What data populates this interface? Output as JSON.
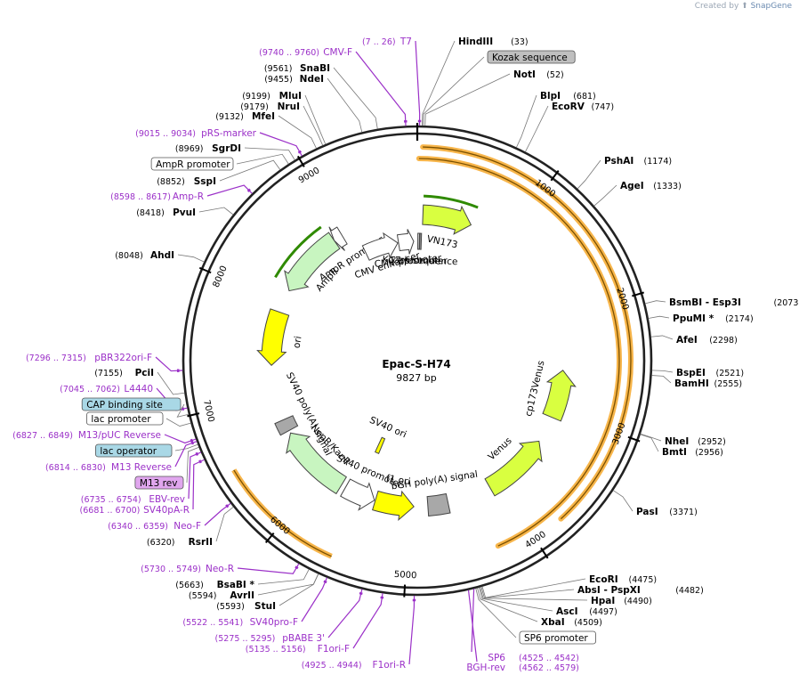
{
  "credit": {
    "prefix": "Created by",
    "brand": "SnapGene"
  },
  "plasmid": {
    "name": "Epac-S-H74",
    "size_label": "9827 bp",
    "length": 9827
  },
  "ticks": [
    {
      "pos": 1000,
      "label": "1000"
    },
    {
      "pos": 2000,
      "label": "2000"
    },
    {
      "pos": 3000,
      "label": "3000"
    },
    {
      "pos": 4000,
      "label": "4000"
    },
    {
      "pos": 5000,
      "label": "5000"
    },
    {
      "pos": 6000,
      "label": "6000"
    },
    {
      "pos": 7000,
      "label": "7000"
    },
    {
      "pos": 8000,
      "label": "8000"
    },
    {
      "pos": 9000,
      "label": "9000"
    }
  ],
  "right_labels": [
    {
      "kind": "enzyme",
      "name": "HindIII",
      "pos": "(33)"
    },
    {
      "kind": "boxed",
      "name": "Kozak sequence",
      "pos": ""
    },
    {
      "kind": "enzyme",
      "name": "NotI",
      "pos": "(52)"
    },
    {
      "kind": "enzyme",
      "name": "BlpI",
      "pos": "(681)"
    },
    {
      "kind": "enzyme",
      "name": "EcoRV",
      "pos": "(747)"
    },
    {
      "kind": "enzyme",
      "name": "PshAI",
      "pos": "(1174)"
    },
    {
      "kind": "enzyme",
      "name": "AgeI",
      "pos": "(1333)"
    },
    {
      "kind": "enzyme",
      "name": "BsmBI   - Esp3I",
      "pos": "(2073)"
    },
    {
      "kind": "enzyme",
      "name": "PpuMI *",
      "pos": "(2174)"
    },
    {
      "kind": "enzyme",
      "name": "AfeI",
      "pos": "(2298)"
    },
    {
      "kind": "enzyme",
      "name": "BspEI",
      "pos": "(2521)"
    },
    {
      "kind": "enzyme",
      "name": "BamHI",
      "pos": "(2555)"
    },
    {
      "kind": "enzyme",
      "name": "NheI",
      "pos": "(2952)"
    },
    {
      "kind": "enzyme",
      "name": "BmtI",
      "pos": "(2956)"
    },
    {
      "kind": "enzyme",
      "name": "PasI",
      "pos": "(3371)"
    },
    {
      "kind": "enzyme",
      "name": "EcoRI",
      "pos": "(4475)"
    },
    {
      "kind": "enzyme",
      "name": "AbsI   - PspXI",
      "pos": "(4482)"
    },
    {
      "kind": "enzyme",
      "name": "HpaI",
      "pos": "(4490)"
    },
    {
      "kind": "enzyme",
      "name": "AscI",
      "pos": "(4497)"
    },
    {
      "kind": "enzyme",
      "name": "XbaI",
      "pos": "(4509)"
    },
    {
      "kind": "boxed",
      "name": "SP6 promoter",
      "pos": ""
    }
  ],
  "left_labels": [
    {
      "kind": "primer",
      "name": "T7",
      "pos": "(7 .. 26)"
    },
    {
      "kind": "primer",
      "name": "CMV-F",
      "pos": "(9740 .. 9760)"
    },
    {
      "kind": "enzyme",
      "name": "SnaBI",
      "pos": "(9561)"
    },
    {
      "kind": "enzyme",
      "name": "NdeI",
      "pos": "(9455)"
    },
    {
      "kind": "enzyme",
      "name": "MluI",
      "pos": "(9199)"
    },
    {
      "kind": "enzyme",
      "name": "NruI",
      "pos": "(9179)"
    },
    {
      "kind": "enzyme",
      "name": "MfeI",
      "pos": "(9132)"
    },
    {
      "kind": "primer",
      "name": "pRS-marker",
      "pos": "(9015 .. 9034)"
    },
    {
      "kind": "enzyme",
      "name": "SgrDI",
      "pos": "(8969)"
    },
    {
      "kind": "boxed",
      "name": "AmpR promoter",
      "pos": ""
    },
    {
      "kind": "enzyme",
      "name": "SspI",
      "pos": "(8852)"
    },
    {
      "kind": "primer",
      "name": "Amp-R",
      "pos": "(8598 .. 8617)"
    },
    {
      "kind": "enzyme",
      "name": "PvuI",
      "pos": "(8418)"
    },
    {
      "kind": "enzyme",
      "name": "AhdI",
      "pos": "(8048)"
    },
    {
      "kind": "primer",
      "name": "pBR322ori-F",
      "pos": "(7296 .. 7315)"
    },
    {
      "kind": "enzyme",
      "name": "PciI",
      "pos": "(7155)"
    },
    {
      "kind": "primer",
      "name": "L4440",
      "pos": "(7045 .. 7062)"
    },
    {
      "kind": "boxed-blue",
      "name": "CAP binding site",
      "pos": ""
    },
    {
      "kind": "boxed",
      "name": "lac promoter",
      "pos": ""
    },
    {
      "kind": "primer",
      "name": "M13/pUC Reverse",
      "pos": "(6827 .. 6849)"
    },
    {
      "kind": "boxed-blue",
      "name": "lac operator",
      "pos": ""
    },
    {
      "kind": "primer",
      "name": "M13 Reverse",
      "pos": "(6814 .. 6830)"
    },
    {
      "kind": "boxed-purple",
      "name": "M13 rev",
      "pos": ""
    },
    {
      "kind": "primer",
      "name": "EBV-rev",
      "pos": "(6735 .. 6754)"
    },
    {
      "kind": "primer",
      "name": "SV40pA-R",
      "pos": "(6681 .. 6700)"
    },
    {
      "kind": "primer",
      "name": "Neo-F",
      "pos": "(6340 .. 6359)"
    },
    {
      "kind": "enzyme",
      "name": "RsrII",
      "pos": "(6320)"
    },
    {
      "kind": "primer",
      "name": "Neo-R",
      "pos": "(5730 .. 5749)"
    },
    {
      "kind": "enzyme",
      "name": "BsaBI *",
      "pos": "(5663)"
    },
    {
      "kind": "enzyme",
      "name": "AvrII",
      "pos": "(5594)"
    },
    {
      "kind": "enzyme",
      "name": "StuI",
      "pos": "(5593)"
    },
    {
      "kind": "primer",
      "name": "SV40pro-F",
      "pos": "(5522 .. 5541)"
    },
    {
      "kind": "primer",
      "name": "pBABE 3'",
      "pos": "(5275 .. 5295)"
    },
    {
      "kind": "primer",
      "name": "F1ori-F",
      "pos": "(5135 .. 5156)"
    },
    {
      "kind": "primer",
      "name": "F1ori-R",
      "pos": "(4925 .. 4944)"
    }
  ],
  "bottom_primers": [
    {
      "name": "SP6",
      "pos": "(4525 .. 4542)"
    },
    {
      "name": "BGH-rev",
      "pos": "(4562 .. 4579)"
    }
  ],
  "features": [
    {
      "name": "VN173",
      "start": 60,
      "end": 590,
      "dir": "cw",
      "color": "#d9ff40",
      "ring": 1
    },
    {
      "name": "T7 promoter",
      "start": 7,
      "end": 26,
      "dir": "cw",
      "color": "#ffffff",
      "ring": 2
    },
    {
      "name": "Kozak sequence",
      "start": 33,
      "end": 52,
      "dir": "none",
      "color": "#aaaaaa",
      "ring": 2
    },
    {
      "name": "cp173Venus",
      "start": 2560,
      "end": 3080,
      "dir": "ccw",
      "color": "#d9ff40",
      "ring": 1
    },
    {
      "name": "Venus",
      "start": 3370,
      "end": 4100,
      "dir": "ccw",
      "color": "#d9ff40",
      "ring": 1
    },
    {
      "name": "bGH poly(A) signal",
      "start": 4580,
      "end": 4800,
      "dir": "none",
      "color": "#a8a8a8",
      "ring": 1
    },
    {
      "name": "f1 ori",
      "start": 4950,
      "end": 5370,
      "dir": "ccw",
      "color": "#ffff00",
      "ring": 1
    },
    {
      "name": "SV40 promoter",
      "start": 5380,
      "end": 5720,
      "dir": "ccw",
      "color": "#ffffff",
      "ring": 1
    },
    {
      "name": "SV40 ori",
      "start": 5530,
      "end": 5590,
      "dir": "none",
      "color": "#ffff00",
      "ring": 3
    },
    {
      "name": "NeoR/KanR",
      "start": 5770,
      "end": 6560,
      "dir": "cw",
      "color": "#c8f5c0",
      "ring": 1
    },
    {
      "name": "SV40 poly(A) signal",
      "start": 6590,
      "end": 6720,
      "dir": "none",
      "color": "#a8a8a8",
      "ring": 1
    },
    {
      "name": "ori",
      "start": 7320,
      "end": 7900,
      "dir": "ccw",
      "color": "#ffff00",
      "ring": 1
    },
    {
      "name": "AmpR",
      "start": 8150,
      "end": 8880,
      "dir": "ccw",
      "color": "#c8f5c0",
      "ring": 1
    },
    {
      "name": "AmpR promoter",
      "start": 8880,
      "end": 8980,
      "dir": "ccw",
      "color": "#ffffff",
      "ring": 1
    },
    {
      "name": "CMV enhancer",
      "start": 9130,
      "end": 9570,
      "dir": "cw",
      "color": "#ffffff",
      "ring": 2
    },
    {
      "name": "CMV promoter",
      "start": 9580,
      "end": 9780,
      "dir": "cw",
      "color": "#ffffff",
      "ring": 2
    }
  ],
  "colors": {
    "backbone": "#222222",
    "enzyme_line": "#777777",
    "primer": "#9b30c8",
    "orf_orange": "#f7b54a",
    "orf_dark": "#7a5000",
    "orf_green": "#2f8a00"
  }
}
